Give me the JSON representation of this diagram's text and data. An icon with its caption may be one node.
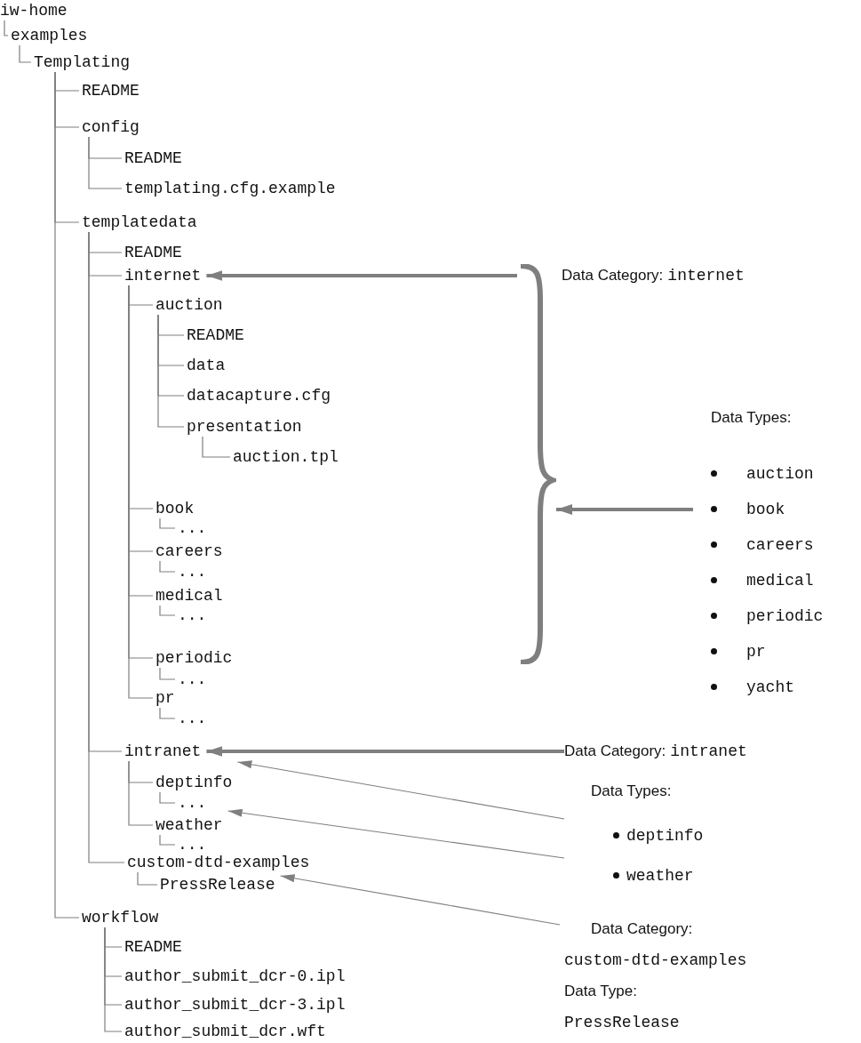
{
  "diagram": {
    "nodes": [
      {
        "text": [
          "iw-home"
        ]
      },
      {
        "text": [
          "examples"
        ]
      },
      {
        "text": [
          "Templating"
        ]
      },
      {
        "text": [
          "README"
        ]
      },
      {
        "text": [
          "config"
        ]
      },
      {
        "text": [
          "README"
        ]
      },
      {
        "text": [
          "templating.cfg.example"
        ]
      },
      {
        "text": [
          "templatedata"
        ]
      },
      {
        "text": [
          "README"
        ]
      },
      {
        "text": [
          "internet"
        ]
      },
      {
        "text": [
          "auction"
        ]
      },
      {
        "text": [
          "README"
        ]
      },
      {
        "text": [
          "data"
        ]
      },
      {
        "text": [
          "datacapture.cfg"
        ]
      },
      {
        "text": [
          "presentation"
        ]
      },
      {
        "text": [
          "auction.tpl"
        ]
      },
      {
        "text": [
          "book"
        ]
      },
      {
        "text": [
          "..."
        ]
      },
      {
        "text": [
          "careers"
        ]
      },
      {
        "text": [
          "..."
        ]
      },
      {
        "text": [
          "medical"
        ]
      },
      {
        "text": [
          "..."
        ]
      },
      {
        "text": [
          "periodic"
        ]
      },
      {
        "text": [
          "..."
        ]
      },
      {
        "text": [
          "pr"
        ]
      },
      {
        "text": [
          "..."
        ]
      },
      {
        "text": [
          "intranet"
        ]
      },
      {
        "text": [
          "deptinfo"
        ]
      },
      {
        "text": [
          "..."
        ]
      },
      {
        "text": [
          "weather"
        ]
      },
      {
        "text": [
          "..."
        ]
      },
      {
        "text": [
          "custom-dtd-examples"
        ]
      },
      {
        "text": [
          "PressRelease"
        ]
      },
      {
        "text": [
          "workflow"
        ]
      },
      {
        "text": [
          "README"
        ]
      },
      {
        "text": [
          "author_submit_dcr-0.ipl"
        ]
      },
      {
        "text": [
          "author_submit_dcr-3.ipl"
        ]
      },
      {
        "text": [
          "author_submit_dcr.wft"
        ]
      },
      {
        "text": [],
        "shape": "brace"
      },
      {
        "text": [
          "Data Category:",
          "internet"
        ]
      },
      {
        "text": [
          "Data Types:",
          "auction",
          "book",
          "careers",
          "medical",
          "periodic",
          "pr",
          "yacht"
        ]
      },
      {
        "text": [
          "Data Category:",
          "intranet"
        ]
      },
      {
        "text": [
          "Data Types:",
          "deptinfo",
          "weather"
        ]
      },
      {
        "text": [
          "Data Category:",
          "custom-dtd-examples",
          "Data Type:",
          "PressRelease"
        ]
      }
    ],
    "edges": [
      {
        "from": 0,
        "to": 1,
        "arrow": "none"
      },
      {
        "from": 1,
        "to": 2,
        "arrow": "none"
      },
      {
        "from": 2,
        "to": 3,
        "arrow": "none"
      },
      {
        "from": 2,
        "to": 4,
        "arrow": "none"
      },
      {
        "from": 4,
        "to": 5,
        "arrow": "none"
      },
      {
        "from": 4,
        "to": 6,
        "arrow": "none"
      },
      {
        "from": 2,
        "to": 7,
        "arrow": "none"
      },
      {
        "from": 7,
        "to": 8,
        "arrow": "none"
      },
      {
        "from": 7,
        "to": 9,
        "arrow": "none"
      },
      {
        "from": 9,
        "to": 10,
        "arrow": "none"
      },
      {
        "from": 10,
        "to": 11,
        "arrow": "none"
      },
      {
        "from": 10,
        "to": 12,
        "arrow": "none"
      },
      {
        "from": 10,
        "to": 13,
        "arrow": "none"
      },
      {
        "from": 10,
        "to": 14,
        "arrow": "none"
      },
      {
        "from": 14,
        "to": 15,
        "arrow": "none"
      },
      {
        "from": 9,
        "to": 16,
        "arrow": "none"
      },
      {
        "from": 16,
        "to": 17,
        "arrow": "none"
      },
      {
        "from": 9,
        "to": 18,
        "arrow": "none"
      },
      {
        "from": 18,
        "to": 19,
        "arrow": "none"
      },
      {
        "from": 9,
        "to": 20,
        "arrow": "none"
      },
      {
        "from": 20,
        "to": 21,
        "arrow": "none"
      },
      {
        "from": 9,
        "to": 22,
        "arrow": "none"
      },
      {
        "from": 22,
        "to": 23,
        "arrow": "none"
      },
      {
        "from": 9,
        "to": 24,
        "arrow": "none"
      },
      {
        "from": 24,
        "to": 25,
        "arrow": "none"
      },
      {
        "from": 7,
        "to": 26,
        "arrow": "none"
      },
      {
        "from": 26,
        "to": 27,
        "arrow": "none"
      },
      {
        "from": 27,
        "to": 28,
        "arrow": "none"
      },
      {
        "from": 26,
        "to": 29,
        "arrow": "none"
      },
      {
        "from": 29,
        "to": 30,
        "arrow": "none"
      },
      {
        "from": 7,
        "to": 31,
        "arrow": "none"
      },
      {
        "from": 31,
        "to": 32,
        "arrow": "none"
      },
      {
        "from": 2,
        "to": 33,
        "arrow": "none"
      },
      {
        "from": 33,
        "to": 34,
        "arrow": "none"
      },
      {
        "from": 33,
        "to": 35,
        "arrow": "none"
      },
      {
        "from": 33,
        "to": 36,
        "arrow": "none"
      },
      {
        "from": 33,
        "to": 37,
        "arrow": "none"
      },
      {
        "from": 38,
        "to": 9,
        "arrow": "to",
        "style": "thick"
      },
      {
        "from": 40,
        "to": 38,
        "arrow": "to",
        "style": "thick"
      },
      {
        "from": 41,
        "to": 26,
        "arrow": "to",
        "style": "thick"
      },
      {
        "from": 42,
        "to": 27,
        "arrow": "to"
      },
      {
        "from": 42,
        "to": 29,
        "arrow": "to"
      },
      {
        "from": 43,
        "to": 32,
        "arrow": "to"
      }
    ]
  }
}
